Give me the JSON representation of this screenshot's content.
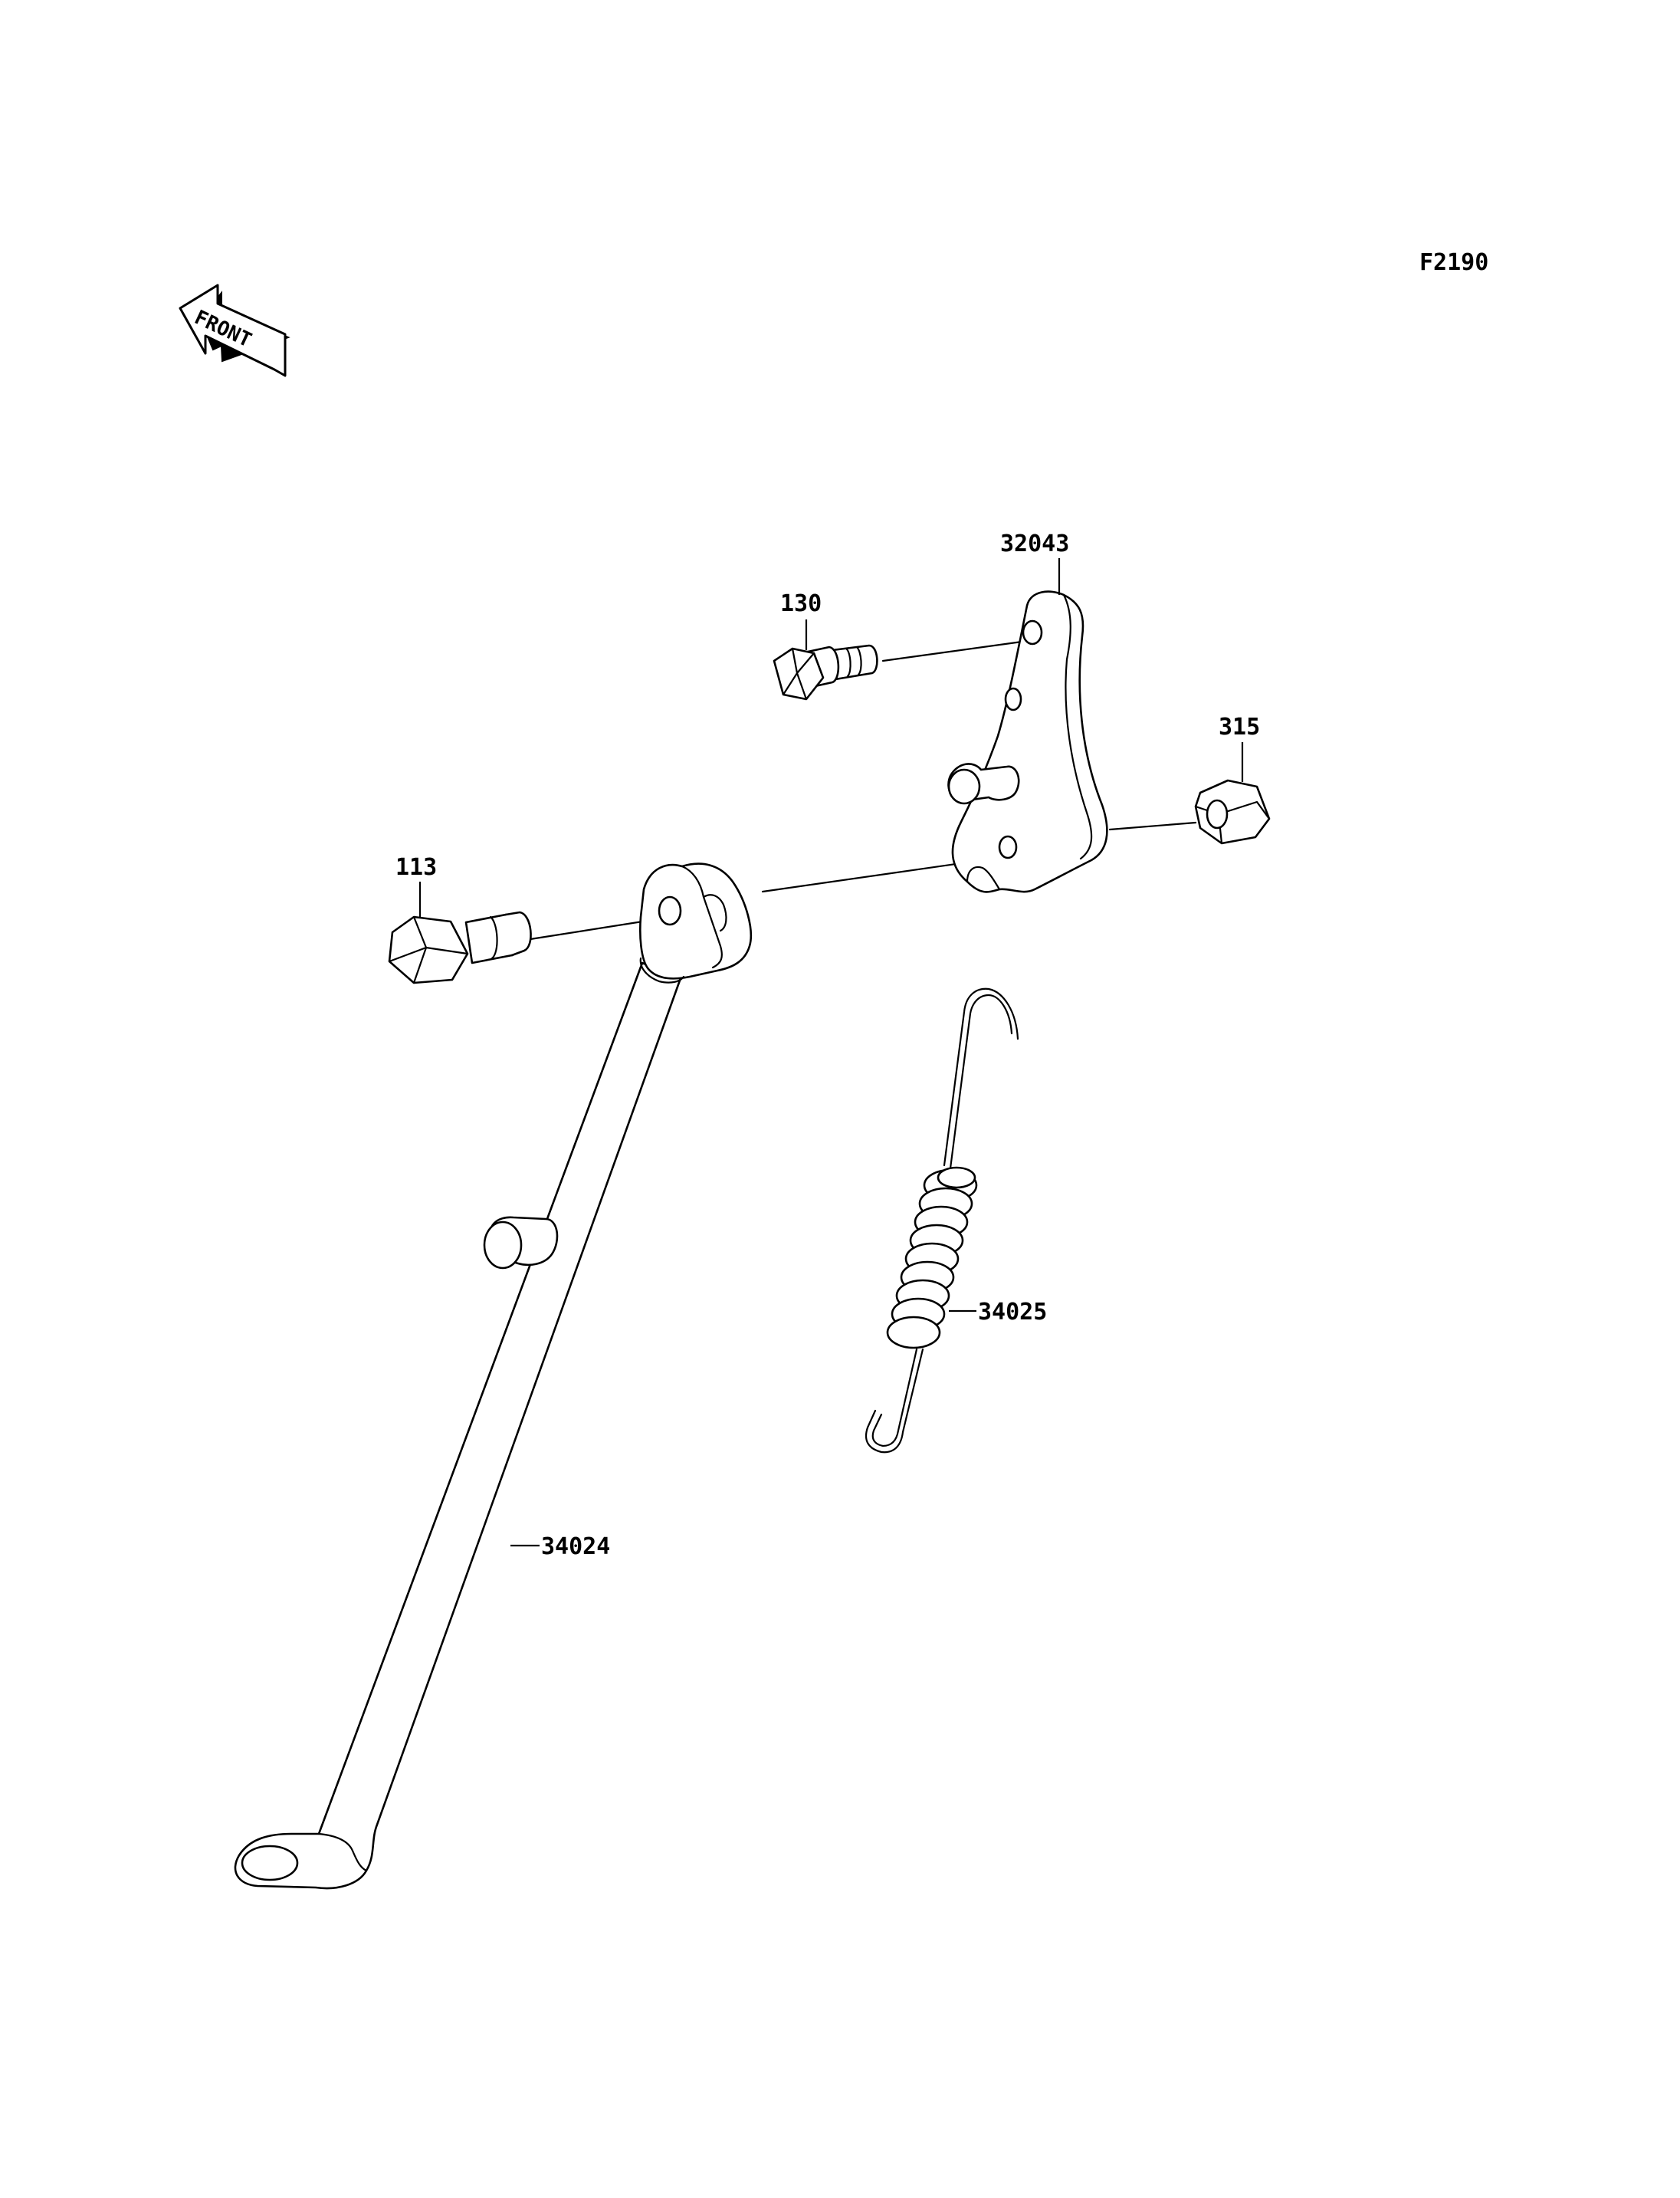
{
  "figure_code": "F2190",
  "front_marker": {
    "text": "FRONT",
    "icon": "front-arrow-icon"
  },
  "parts": [
    {
      "id": "32043",
      "label": "32043",
      "description_icon": "bracket-icon"
    },
    {
      "id": "130",
      "label": "130",
      "description_icon": "flange-bolt-icon"
    },
    {
      "id": "315",
      "label": "315",
      "description_icon": "hex-nut-icon"
    },
    {
      "id": "113",
      "label": "113",
      "description_icon": "pivot-bolt-icon"
    },
    {
      "id": "34025",
      "label": "34025",
      "description_icon": "spring-icon"
    },
    {
      "id": "34024",
      "label": "34024",
      "description_icon": "side-stand-icon"
    }
  ],
  "colors": {
    "line": "#000000",
    "background": "#ffffff"
  }
}
